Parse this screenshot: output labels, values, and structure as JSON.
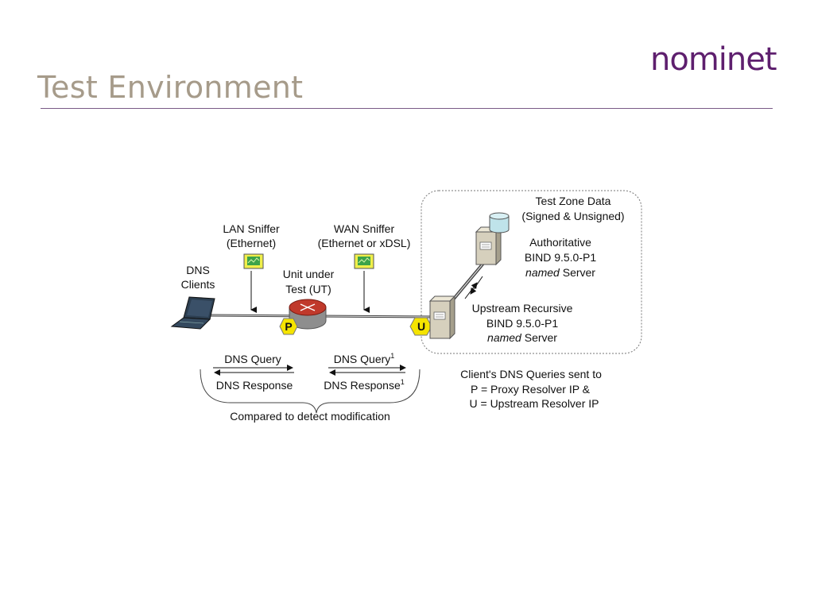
{
  "slide": {
    "title": "Test Environment",
    "logo_text": "nominet"
  },
  "diagram": {
    "dns_clients": [
      "DNS",
      "Clients"
    ],
    "lan_sniffer": [
      "LAN Sniffer",
      "(Ethernet)"
    ],
    "wan_sniffer": [
      "WAN Sniffer",
      "(Ethernet or xDSL)"
    ],
    "unit_under_test": [
      "Unit under",
      "Test (UT)"
    ],
    "proxy_marker": "P",
    "upstream_marker": "U",
    "test_zone_data": [
      "Test Zone Data",
      "(Signed & Unsigned)"
    ],
    "authoritative": {
      "line1": "Authoritative",
      "line2": "BIND 9.5.0-P1",
      "named": "named",
      "server": " Server"
    },
    "upstream_recursive": {
      "line1": "Upstream Recursive",
      "line2": "BIND 9.5.0-P1",
      "named": "named",
      "server": " Server"
    },
    "lan_query": "DNS Query",
    "lan_response": "DNS Response",
    "wan_query": "DNS Query",
    "wan_query_sup": "1",
    "wan_response": "DNS Response",
    "wan_response_sup": "1",
    "compared_caption": "Compared to detect modification",
    "clients_note": [
      "Client's DNS Queries sent to",
      "P = Proxy Resolver IP  &",
      "U = Upstream Resolver IP"
    ]
  },
  "colors": {
    "title": "#a69b8a",
    "logo": "#5e1f6e",
    "rule": "#7a5a86",
    "router": "#c0392b",
    "marker_fill": "#f5e400",
    "sniffer_fill": "#f0ef4a",
    "server_fill": "#d6d0bd",
    "db_fill": "#bfe3ea"
  },
  "icons": {
    "laptop": "laptop-icon",
    "router": "router-icon",
    "sniffer": "monitor-icon",
    "server": "server-icon",
    "database": "database-icon"
  }
}
